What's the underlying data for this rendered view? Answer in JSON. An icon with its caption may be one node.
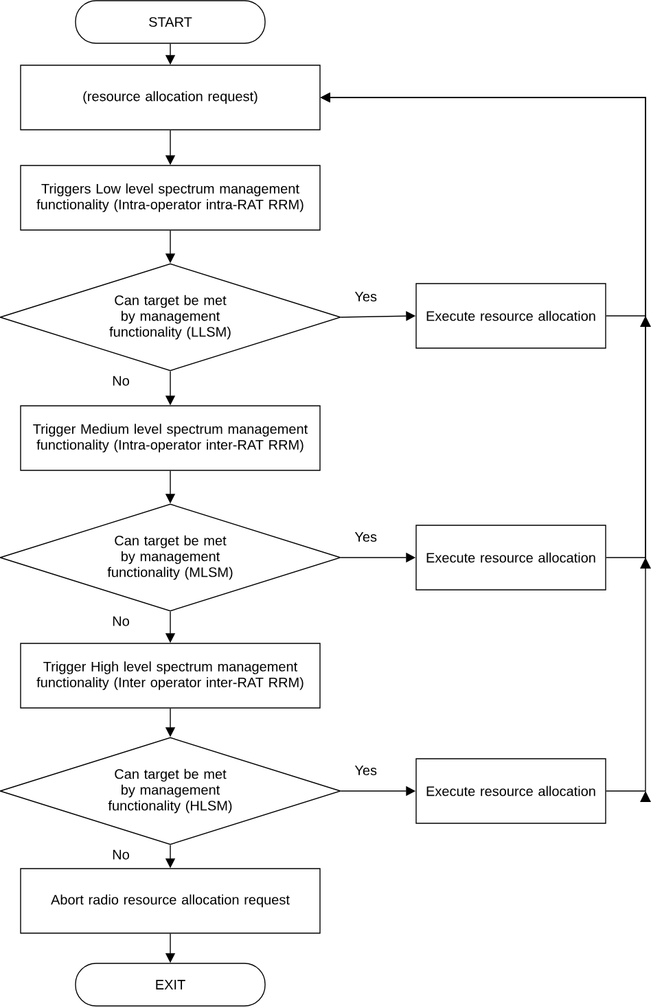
{
  "diagram": {
    "nodes": [
      {
        "text": [
          "START"
        ]
      },
      {
        "text": [
          "(resource allocation request)"
        ]
      },
      {
        "text": [
          "Triggers Low level spectrum management functionality (Intra-operator intra-RAT RRM)"
        ]
      },
      {
        "text": [
          "Can target be met by management functionality (LLSM)"
        ]
      },
      {
        "text": [
          "Execute resource allocation"
        ]
      },
      {
        "text": [
          "Trigger Medium level spectrum management functionality (Intra-operator inter-RAT RRM)"
        ]
      },
      {
        "text": [
          "Can target be met by management functionality (MLSM)"
        ]
      },
      {
        "text": [
          "Execute resource allocation"
        ]
      },
      {
        "text": [
          "Trigger High level spectrum management functionality (Inter operator inter-RAT RRM)"
        ]
      },
      {
        "text": [
          "Can target be met by management functionality (HLSM)"
        ]
      },
      {
        "text": [
          "Execute resource allocation"
        ]
      },
      {
        "text": [
          "Abort radio resource allocation request"
        ]
      },
      {
        "text": [
          "EXIT"
        ]
      }
    ],
    "edges": [
      {
        "from": 0,
        "to": 1,
        "arrow": "to"
      },
      {
        "from": 1,
        "to": 2,
        "arrow": "to"
      },
      {
        "from": 2,
        "to": 3,
        "arrow": "to"
      },
      {
        "from": 3,
        "to": 4,
        "arrow": "to",
        "label": "Yes"
      },
      {
        "from": 3,
        "to": 5,
        "arrow": "to",
        "label": "No"
      },
      {
        "from": 4,
        "to": 1,
        "arrow": "to"
      },
      {
        "from": 5,
        "to": 6,
        "arrow": "to"
      },
      {
        "from": 6,
        "to": 7,
        "arrow": "to",
        "label": "Yes"
      },
      {
        "from": 6,
        "to": 8,
        "arrow": "to",
        "label": "No"
      },
      {
        "from": 7,
        "to": 1,
        "arrow": "to"
      },
      {
        "from": 8,
        "to": 9,
        "arrow": "to"
      },
      {
        "from": 9,
        "to": 10,
        "arrow": "to",
        "label": "Yes"
      },
      {
        "from": 9,
        "to": 11,
        "arrow": "to",
        "label": "No"
      },
      {
        "from": 10,
        "to": 1,
        "arrow": "to"
      },
      {
        "from": 11,
        "to": 12,
        "arrow": "to"
      }
    ]
  }
}
